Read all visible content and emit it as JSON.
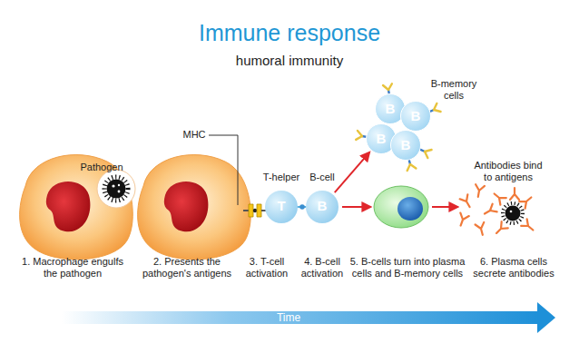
{
  "diagram": {
    "title": "Immune response",
    "nodes": [
      {
        "text": [
          "T-helper",
          "T"
        ]
      },
      {
        "text": [
          "B-cell",
          "B"
        ]
      },
      {
        "text": [
          "B"
        ]
      },
      {
        "text": [
          "B"
        ]
      },
      {
        "text": [
          "B"
        ]
      },
      {
        "text": [
          "B"
        ]
      }
    ],
    "edges": [
      {
        "from": 1,
        "to": 4,
        "arrow": "to"
      }
    ],
    "labels": [
      "humoral immunity",
      "Pathogen",
      "MHC",
      "B-memory cells",
      "Antibodies bind to antigens",
      "1. Macrophage engulfs the pathogen",
      "2. Presents the pathogen's antigens",
      "3. T-cell activation",
      "4. B-cell activation",
      "5. B-cells turn into plasma cells and B-memory cells",
      "6. Plasma cells secrete antibodies",
      "Time"
    ]
  }
}
